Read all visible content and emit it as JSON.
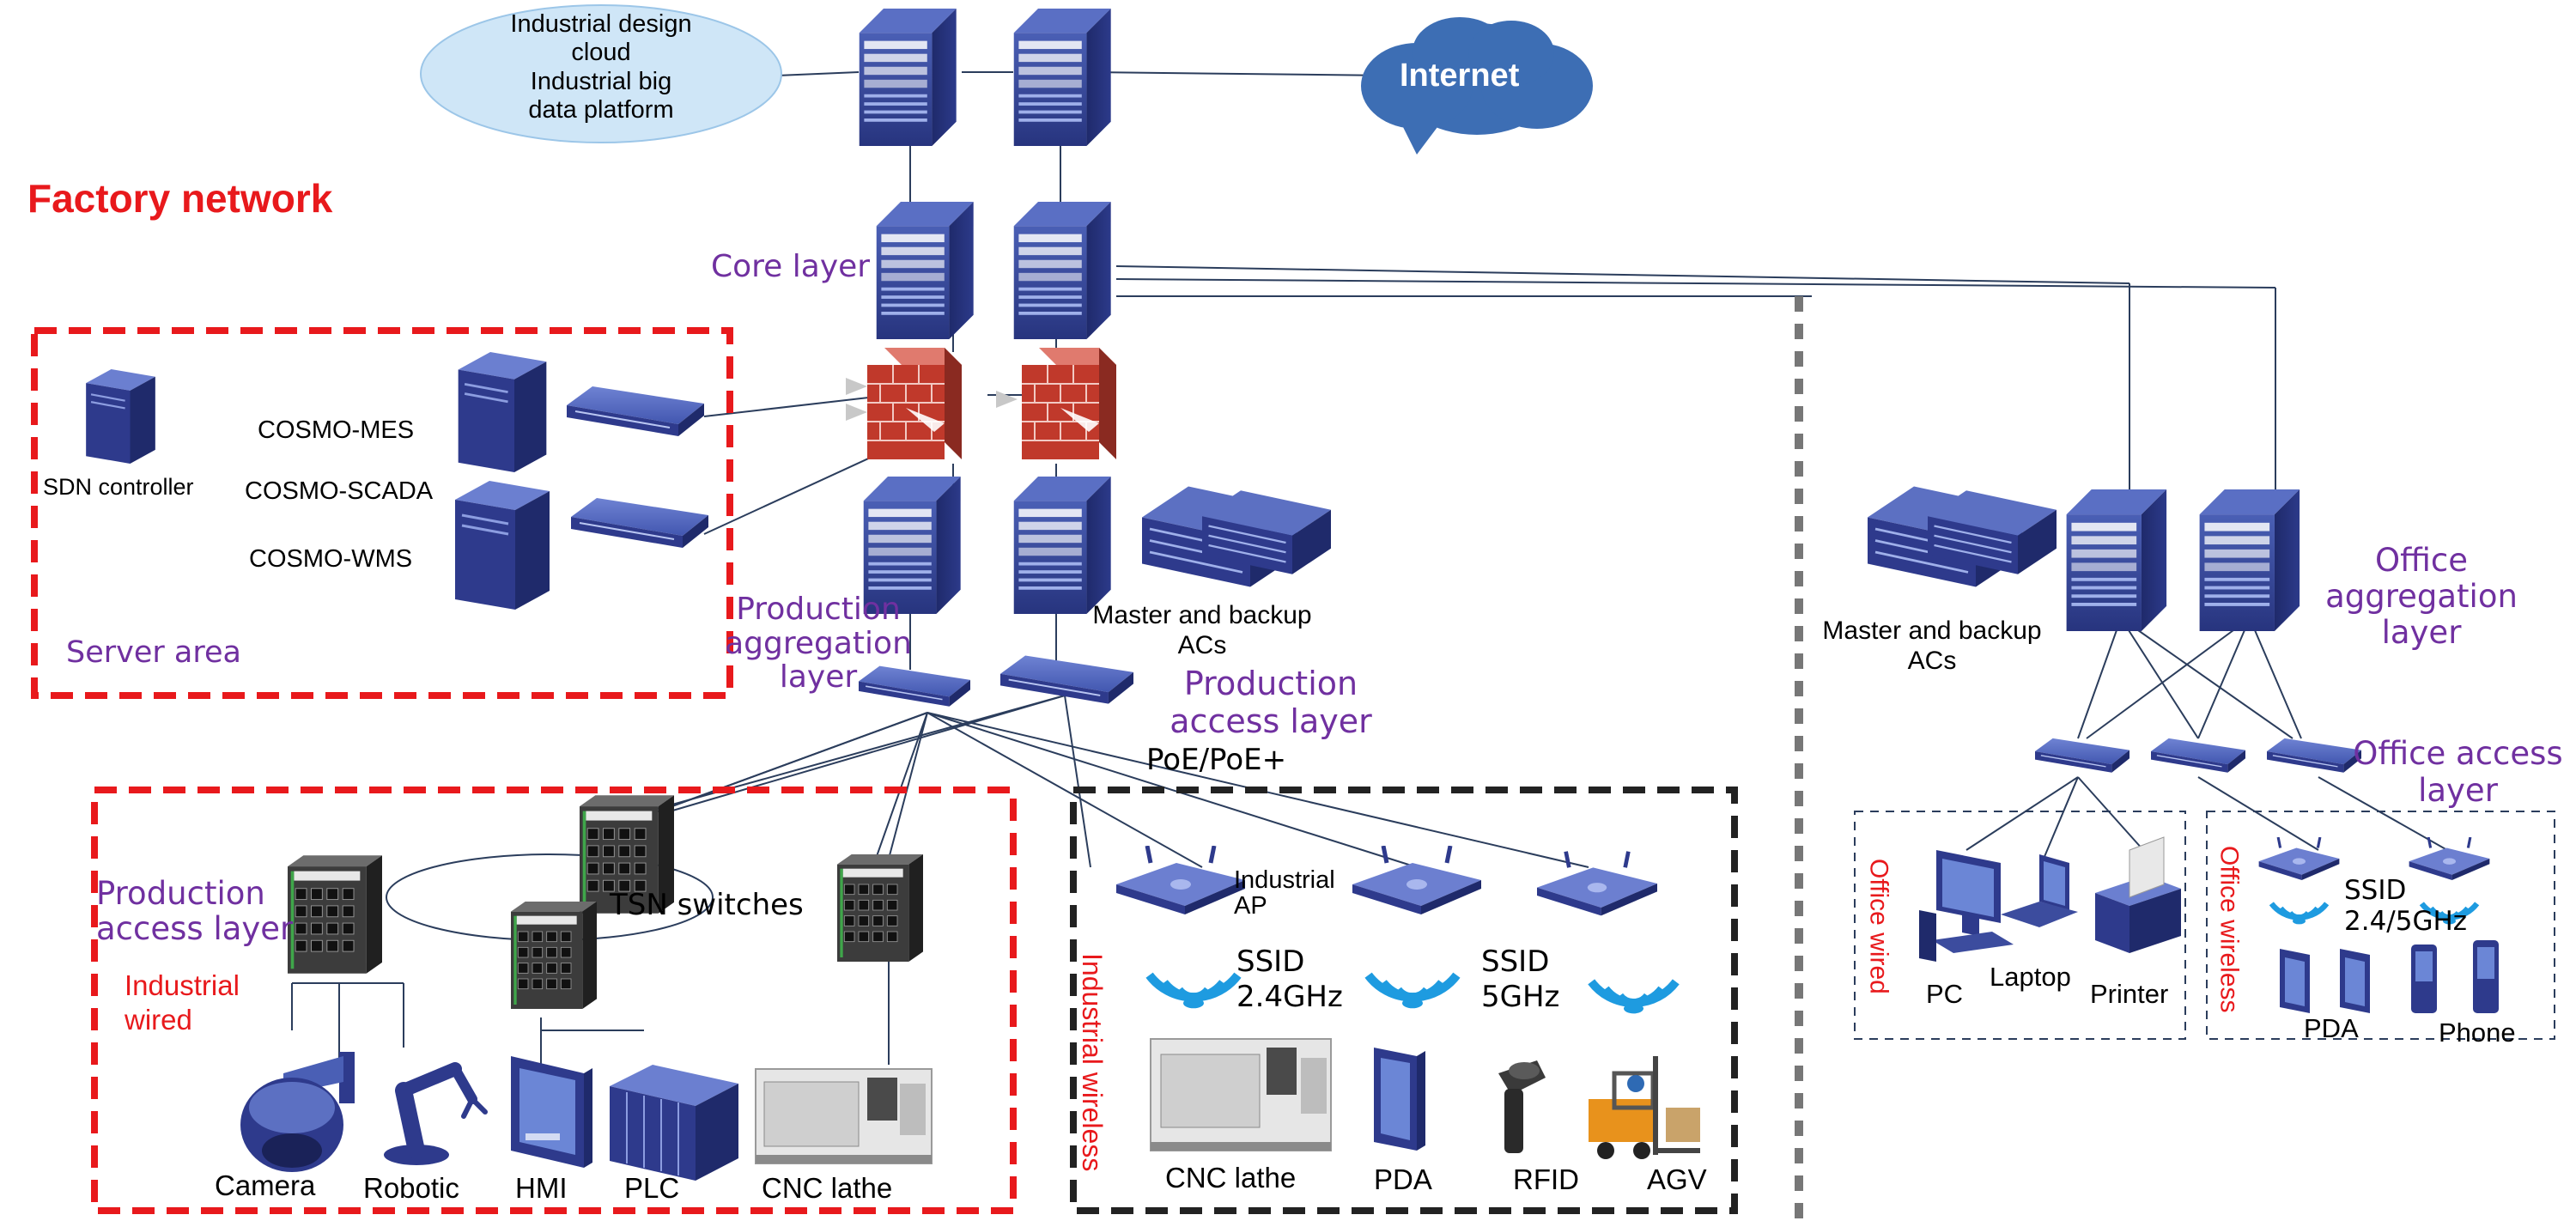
{
  "title": "Factory network",
  "cloud": {
    "lines": [
      "Industrial design",
      "cloud",
      "Industrial big",
      "data platform"
    ]
  },
  "internet": "Internet",
  "layers": {
    "core": "Core layer",
    "production_aggregation": [
      "Production",
      "aggregation",
      "layer"
    ],
    "production_access_upper": [
      "Production",
      "access layer"
    ],
    "production_access_left": [
      "Production",
      "access layer"
    ],
    "poe": "PoE/PoE+",
    "office_aggregation": [
      "Office",
      "aggregation",
      "layer"
    ],
    "office_access": [
      "Office access",
      "layer"
    ]
  },
  "server_area": {
    "caption": "Server area",
    "servers": [
      "COSMO-MES",
      "COSMO-SCADA",
      "COSMO-WMS"
    ],
    "sdn_controller": "SDN controller"
  },
  "acs": {
    "production": [
      "Master and backup",
      "ACs"
    ],
    "office": [
      "Master and backup",
      "ACs"
    ]
  },
  "industrial_wired": {
    "caption": [
      "Industrial",
      "wired"
    ],
    "tsn": "TSN switches",
    "devices": [
      "Camera",
      "Robotic",
      "HMI",
      "PLC",
      "CNC lathe"
    ]
  },
  "industrial_wireless": {
    "caption": [
      "Industrial",
      "wireless"
    ],
    "ap_label": [
      "Industrial",
      "AP"
    ],
    "ssid_24": [
      "SSID",
      "2.4GHz"
    ],
    "ssid_5": [
      "SSID",
      "5GHz"
    ],
    "devices": [
      "CNC lathe",
      "PDA",
      "RFID",
      "AGV"
    ]
  },
  "office": {
    "wired_caption": "Office wired",
    "wireless_caption": "Office wireless",
    "wired_devices": [
      "PC",
      "Laptop",
      "Printer"
    ],
    "ssid": [
      "SSID",
      "2.4/5GHz"
    ],
    "wireless_devices": [
      "PDA",
      "Phone"
    ]
  },
  "colors": {
    "device_blue": "#2e3a8c",
    "firewall_red": "#c0392b",
    "purple_text": "#7030a0",
    "red_text": "#e8191c",
    "wifi_blue": "#1e9be0",
    "cloud_fill": "#cfe6f7",
    "internet_fill": "#3d6eb4"
  }
}
